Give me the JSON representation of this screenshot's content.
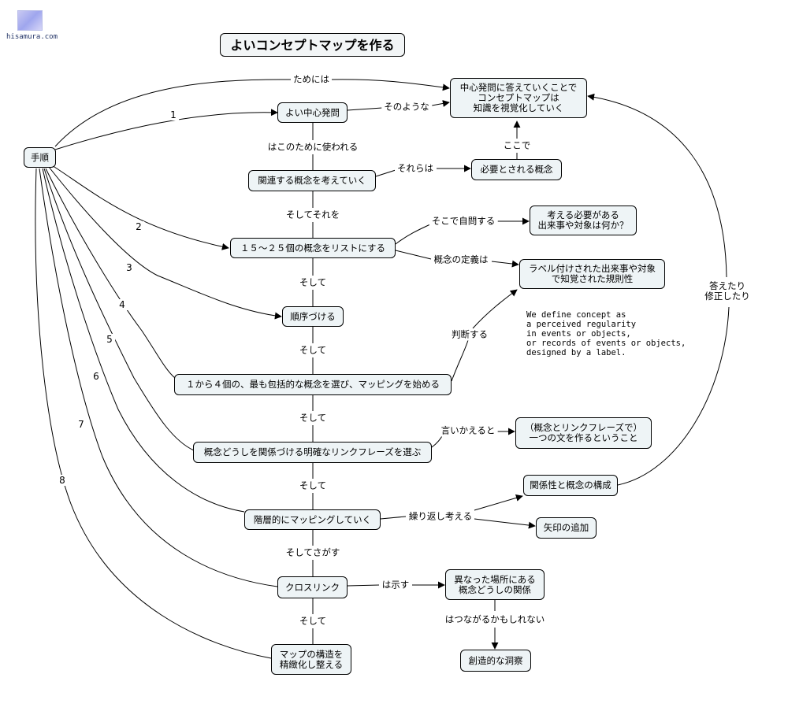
{
  "site": "hisamura.com",
  "title": "よいコンセプトマップを作る",
  "nodes": {
    "tejun": "手順",
    "chushin": "よい中心発問",
    "answer": "中心発問に答えていくことで\nコンセプトマップは\n知識を視覚化していく",
    "kanren": "関連する概念を考えていく",
    "hitsuyou": "必要とされる概念",
    "list": "１５～２５個の概念をリストにする",
    "kangaeru": "考える必要がある\n出来事や対象は何か？",
    "label": "ラベル付けされた出来事や対象\nで知覚された規則性",
    "junjo": "順序づける",
    "erabi": "１から４個の、最も包括的な概念を選び、マッピングを始める",
    "linkphrase": "概念どうしを関係づける明確なリンクフレーズを選ぶ",
    "bun": "（概念とリンクフレーズで）\n一つの文を作るということ",
    "kaisou": "階層的にマッピングしていく",
    "kankeisei": "関係性と概念の構成",
    "yajirushi": "矢印の追加",
    "cross": "クロスリンク",
    "kotonatta": "異なった場所にある\n概念どうしの関係",
    "souzou": "創造的な洞察",
    "seichi": "マップの構造を\n精緻化し整える"
  },
  "links": {
    "tame": "ためには",
    "sono": "そのような",
    "kono": "はこのために使われる",
    "koko": "ここで",
    "sorera": "それらは",
    "soshitesore": "そしてそれを",
    "sokode": "そこで自問する",
    "teigi": "概念の定義は",
    "soshite1": "そして",
    "soshite2": "そして",
    "handan": "判断する",
    "soshite3": "そして",
    "iikae": "言いかえると",
    "soshite4": "そして",
    "kurikaeshi": "繰り返し考える",
    "kotae": "答えたり\n修正したり",
    "sagasu": "そしてさがす",
    "shimesu": "は示す",
    "tsunagaru": "はつながるかもしれない",
    "soshite5": "そして"
  },
  "steps": [
    "1",
    "2",
    "3",
    "4",
    "5",
    "6",
    "7",
    "8"
  ],
  "note": "We define concept as\na perceived regularity\nin events or objects,\nor records of events or objects,\ndesigned by a label."
}
